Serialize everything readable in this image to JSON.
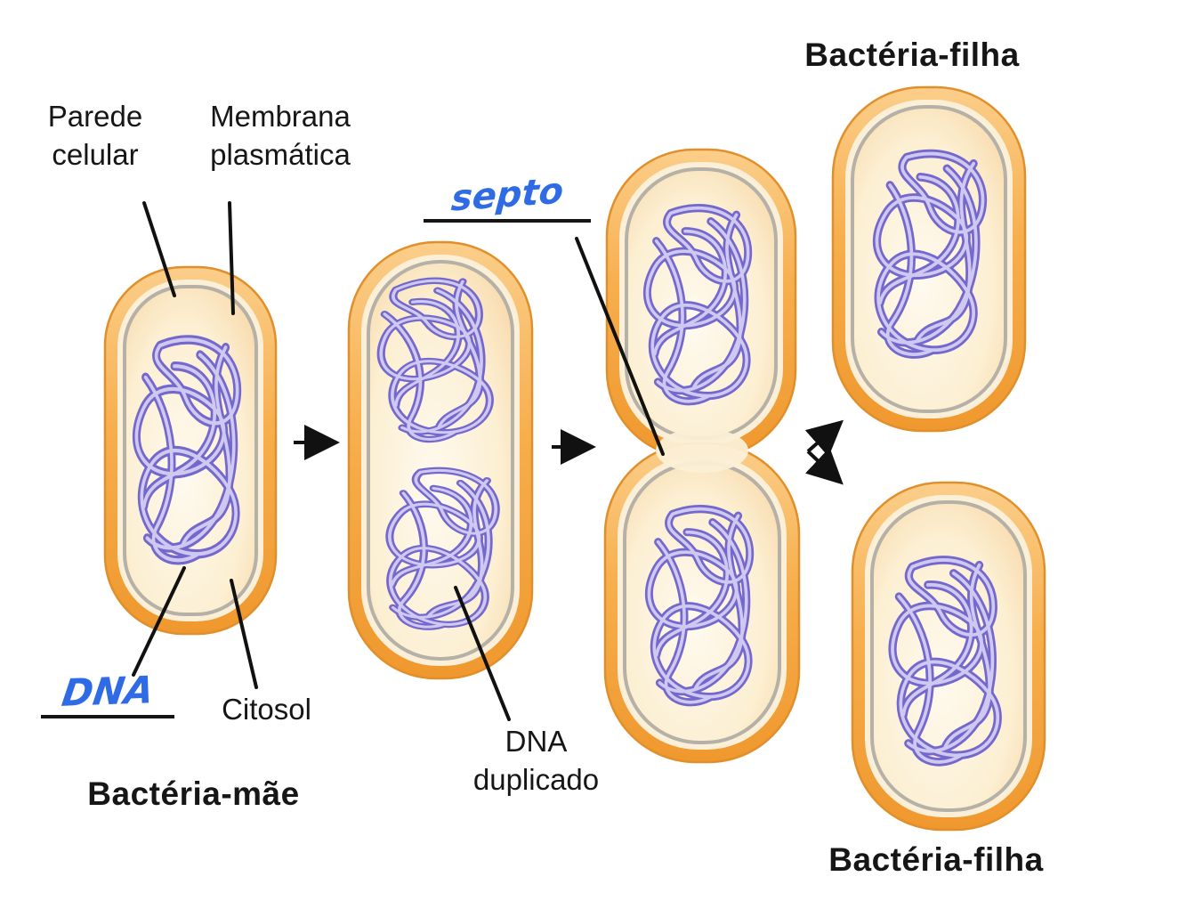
{
  "labels": {
    "parede": {
      "line1": "Parede",
      "line2": "celular"
    },
    "membrana": {
      "line1": "Membrana",
      "line2": "plasmática"
    },
    "septo": "septo",
    "bacteria_filha_top": "Bactéria-filha",
    "dna": "DNA",
    "citosol": "Citosol",
    "bacteria_mae": "Bactéria-mãe",
    "dna_duplicado": {
      "line1": "DNA",
      "line2": "duplicado"
    },
    "bacteria_filha_bottom": "Bactéria-filha"
  },
  "colors": {
    "wall_orange": "#F5A843",
    "wall_edge": "#E18F2A",
    "cytosol_cream": "#FCEFD2",
    "membrane_gray": "#B5B1A7",
    "dna_purple": "#7468CC",
    "dna_highlight": "#CFC9F2",
    "annotation_blue": "#2F6BE4",
    "annotation_black": "#111111"
  }
}
